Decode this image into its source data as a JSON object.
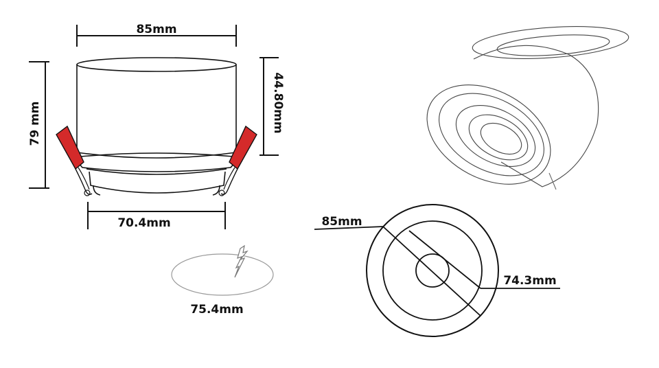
{
  "dimensions": {
    "top_width": "85mm",
    "total_height": "79 mm",
    "body_height": "44.80mm",
    "base_width": "70.4mm",
    "cutout": "75.4mm",
    "outer_diameter": "85mm",
    "inner_diameter": "74.3mm"
  },
  "colors": {
    "line": "#111111",
    "spring_clip": "#d42a2a",
    "background": "#ffffff"
  }
}
